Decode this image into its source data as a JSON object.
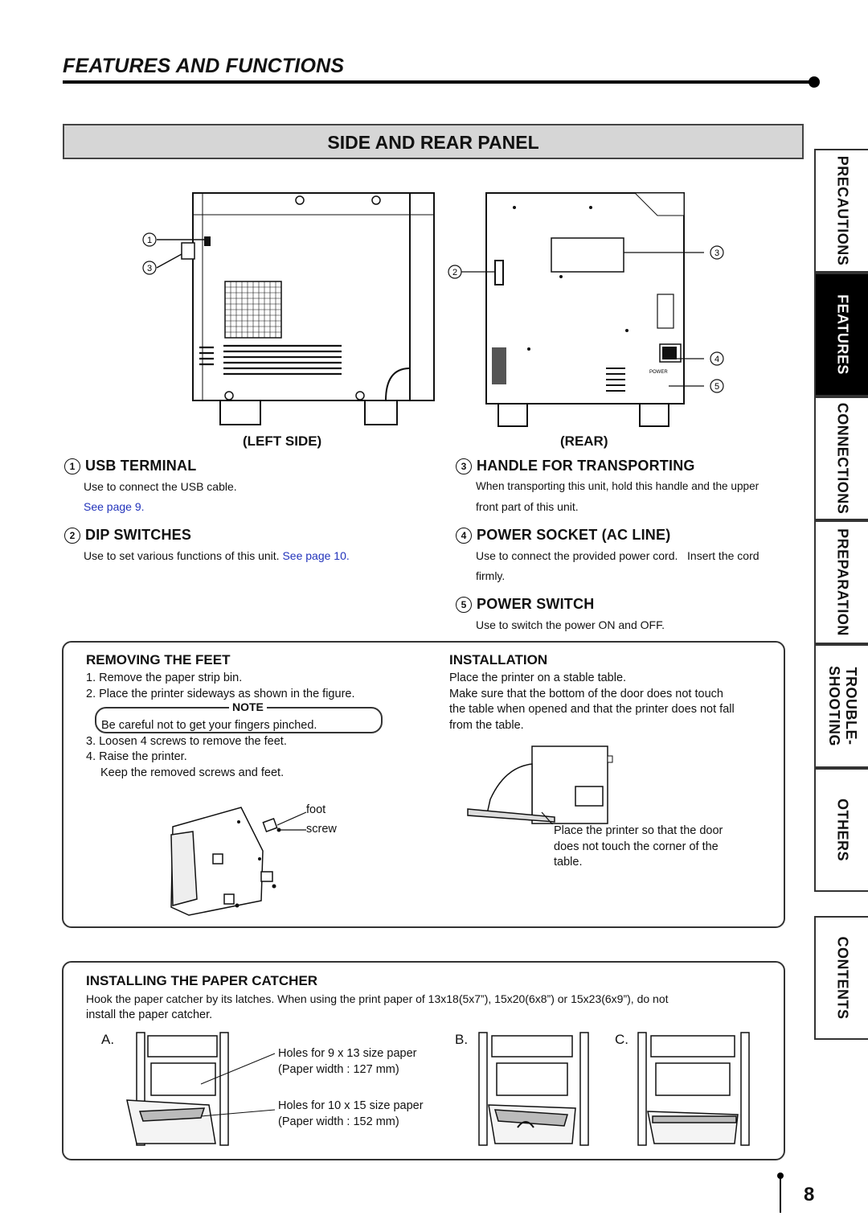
{
  "header": {
    "title": "FEATURES AND FUNCTIONS"
  },
  "banner": {
    "title": "SIDE AND REAR PANEL"
  },
  "figures": {
    "left_caption": "(LEFT SIDE)",
    "rear_caption": "(REAR)",
    "callouts": [
      "1",
      "2",
      "3",
      "4",
      "5"
    ],
    "power_label": "POWER"
  },
  "items": [
    {
      "num": "1",
      "title": "USB TERMINAL",
      "text": "Use to connect the USB cable.",
      "link": "See page 9."
    },
    {
      "num": "2",
      "title": "DIP SWITCHES",
      "text": "Use to set various functions of this unit.",
      "link": "See page 10."
    },
    {
      "num": "3",
      "title": "HANDLE FOR TRANSPORTING",
      "text1": "When transporting this unit, hold this handle and the upper",
      "text2": "front part of this unit."
    },
    {
      "num": "4",
      "title": "POWER SOCKET (AC LINE)",
      "text1": "Use to connect the provided power cord.   Insert the cord",
      "text2": "firmly."
    },
    {
      "num": "5",
      "title": "POWER SWITCH",
      "text": "Use to switch the power ON and OFF."
    }
  ],
  "removing_feet": {
    "title": "REMOVING THE FEET",
    "steps": [
      "1.  Remove the paper strip bin.",
      "2.  Place the printer sideways as shown in the figure.",
      "3.  Loosen 4 screws to remove the feet.",
      "4.  Raise the printer."
    ],
    "step4_sub": "Keep the removed screws and feet.",
    "note_label": "NOTE",
    "note_text": "Be careful not to get your fingers pinched.",
    "label_foot": "foot",
    "label_screw": "screw"
  },
  "installation": {
    "title": "INSTALLATION",
    "lines": [
      "Place the printer on a stable table.",
      "Make sure that the bottom of the door does not touch",
      "the table when opened and that the printer does not fall",
      "from the table."
    ],
    "caption": [
      "Place the printer so that the door",
      "does not touch the corner of the",
      "table."
    ]
  },
  "paper_catcher": {
    "title": "INSTALLING THE PAPER CATCHER",
    "line1": "Hook the paper catcher by its latches. When using the print paper of 13x18(5x7”), 15x20(6x8”) or 15x23(6x9”), do not",
    "line2": "install the paper catcher.",
    "labels": [
      "A.",
      "B.",
      "C."
    ],
    "hole1": "Holes for 9 x 13 size paper",
    "hole1w": "(Paper width : 127 mm)",
    "hole2": "Holes for 10 x 15 size paper",
    "hole2w": "(Paper width : 152 mm)"
  },
  "side_tabs": [
    "PRECAUTIONS",
    "FEATURES",
    "CONNECTIONS",
    "PREPARATION",
    "TROUBLE-\nSHOOTING",
    "OTHERS",
    "CONTENTS"
  ],
  "page_number": "8"
}
